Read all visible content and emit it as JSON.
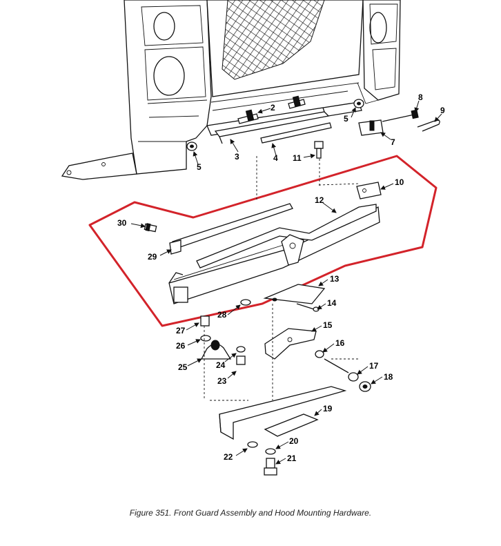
{
  "caption": "Figure 351.  Front Guard Assembly and Hood Mounting Hardware.",
  "callouts": [
    "2",
    "3",
    "4",
    "5",
    "5",
    "5",
    "7",
    "8",
    "9",
    "10",
    "11",
    "12",
    "13",
    "14",
    "15",
    "16",
    "17",
    "18",
    "19",
    "20",
    "21",
    "22",
    "23",
    "24",
    "25",
    "26",
    "27",
    "28",
    "29",
    "30"
  ],
  "highlight_color": "#d3232a",
  "line_color": "#111111"
}
